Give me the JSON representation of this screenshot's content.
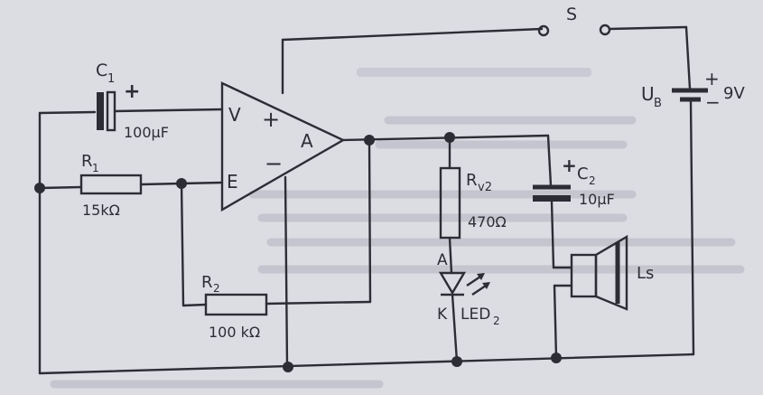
{
  "switch": {
    "label": "S"
  },
  "battery": {
    "name": "U",
    "name_sub": "B",
    "plus": "+",
    "minus": "−",
    "value": "9V"
  },
  "c1": {
    "name": "C",
    "sub": "1",
    "plus": "+",
    "value": "100µF"
  },
  "opamp": {
    "v": "V",
    "e": "E",
    "a": "A",
    "plus": "+",
    "minus": "−"
  },
  "r1": {
    "name": "R",
    "sub": "1",
    "value": "15kΩ"
  },
  "r2": {
    "name": "R",
    "sub": "2",
    "value": "100 kΩ"
  },
  "rv2": {
    "name": "R",
    "sub": "v2",
    "value": "470Ω"
  },
  "led": {
    "anode": "A",
    "cathode": "K",
    "name": "LED",
    "sub": "2"
  },
  "c2": {
    "name": "C",
    "sub": "2",
    "plus": "+",
    "value": "10µF"
  },
  "speaker": {
    "name": "Ls"
  }
}
